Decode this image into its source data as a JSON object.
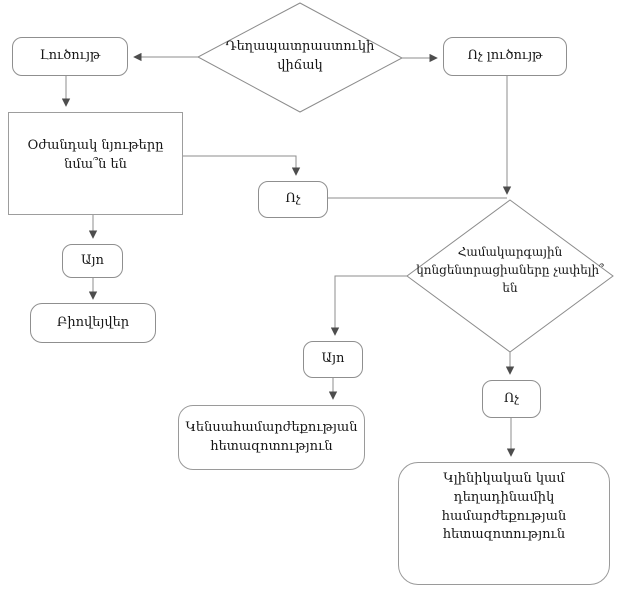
{
  "diagram": {
    "nodes": {
      "decision_drug_state": "Դեղապատրաստուկի վիճակ",
      "solution": "Լուծույթ",
      "non_solution": "Ոչ լուծույթ",
      "excipients_similar": "Օժանդակ նյութերը նմա՞ն են",
      "no_mid": "Ոչ",
      "yes_upper": "Այո",
      "biowaiver": "Բիովեյվեր",
      "decision_concentrations": "Համակարգային կոնցենտրացիաները չափելի՞ են",
      "yes_lower": "Այո",
      "no_lower": "Ոչ",
      "bioequivalence_study": "Կենսահամարժեքության հետազոտություն",
      "clinical_study": "Կլինիկական կամ դեղադինամիկ համարժեքության հետազոտություն"
    },
    "colors": {
      "background": "#ffffff",
      "line": "#8c8c8c",
      "box_border": "#8f8f8f",
      "arrowhead": "#4d4d4d",
      "text": "#161616"
    }
  }
}
